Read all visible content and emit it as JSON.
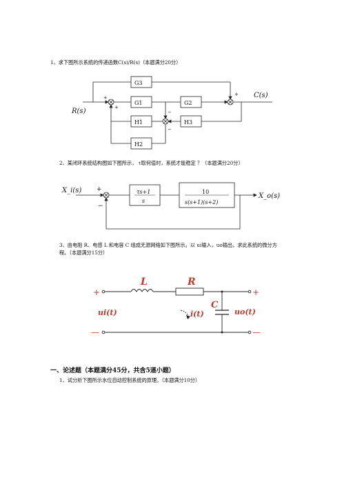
{
  "q1": {
    "text": "1、求下图所示系统的传递函数C(s)/R(s)（本题满分20分）",
    "diagram": {
      "R": "R(s)",
      "C": "C(s)",
      "G1": "G1",
      "G2": "G2",
      "G3": "G3",
      "H1": "H1",
      "H2": "H2",
      "H3": "H3",
      "plus": "+",
      "minus": "−"
    }
  },
  "q2": {
    "text": "2、某闭环系统结构图如下图所示， τ取何值时，系统才能稳定 ？（本题满分20分）",
    "diagram": {
      "input": "X_i(s)",
      "output": "X_o(s)",
      "block1_num": "τs+1",
      "block1_den": "s",
      "block2_num": "10",
      "block2_den": "s(s+1)(s+2)",
      "plus": "+",
      "minus": "−"
    }
  },
  "q3": {
    "text": "3、由电阻 R、电感 L 和电容 C 组成无源网络如下图所示。以 ui输入，uo输出，求此系统的微分方程。（本题满分15分）",
    "circuit": {
      "L": "L",
      "R": "R",
      "C": "C",
      "ui": "ui(t)",
      "i": "i(t)",
      "uo": "uo(t)",
      "plus": "+",
      "minus": "—"
    }
  },
  "section": {
    "title": "一、论述题（本题满分45分，共含5道小题）",
    "q1": "1、试分析下图所示水位自动控制系统的原理。（本题满分10分）"
  }
}
